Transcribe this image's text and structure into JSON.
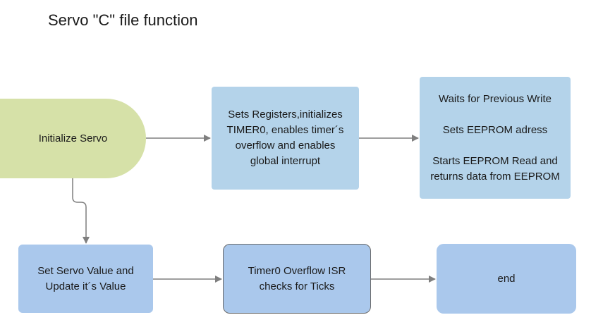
{
  "title": "Servo \"C\" file function",
  "colors": {
    "terminal_fill": "#d6e1a8",
    "process_fill": "#b4d3ea",
    "process_fill_alt": "#aac8ec",
    "connector": "#7f7f7f",
    "outline": "#6b6b6b"
  },
  "nodes": {
    "initialize": {
      "shape": "terminal",
      "label": "Initialize Servo"
    },
    "registers": {
      "shape": "process",
      "lines": [
        "Sets Registers,initializes",
        "TIMER0, enables timer´s",
        "overflow and enables",
        "global interrupt"
      ]
    },
    "eeprom": {
      "shape": "process",
      "lines": [
        "Waits for Previous Write",
        "Sets EEPROM adress",
        "Starts EEPROM Read and",
        "returns data from EEPROM"
      ]
    },
    "set_servo": {
      "shape": "process",
      "lines": [
        "Set Servo Value and",
        "Update it´s Value"
      ]
    },
    "timer_isr": {
      "shape": "process",
      "lines": [
        "Timer0 Overflow ISR",
        "checks for Ticks"
      ]
    },
    "end": {
      "shape": "process",
      "label": "end"
    }
  },
  "edges": [
    {
      "from": "initialize",
      "to": "registers"
    },
    {
      "from": "registers",
      "to": "eeprom"
    },
    {
      "from": "initialize",
      "to": "set_servo"
    },
    {
      "from": "set_servo",
      "to": "timer_isr"
    },
    {
      "from": "timer_isr",
      "to": "end"
    }
  ]
}
